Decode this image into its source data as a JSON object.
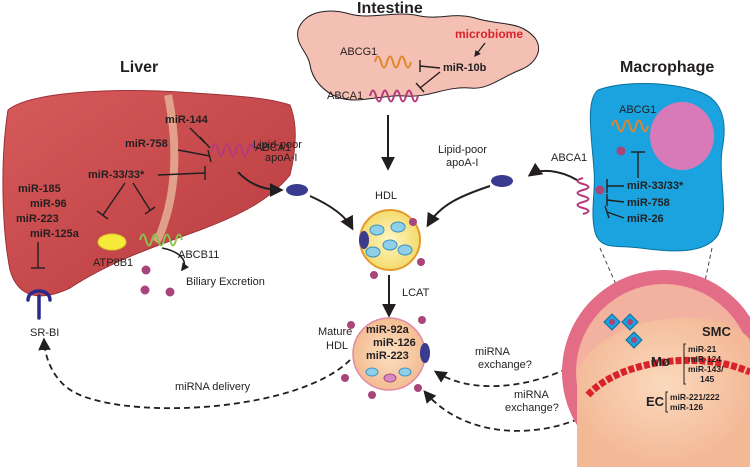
{
  "colors": {
    "liver": "#c9484c",
    "liver_dark": "#a8393d",
    "intestine": "#f4c0b4",
    "macrophage": "#1aa3de",
    "nucleus": "#d97ab8",
    "apoa1": "#3a3a8f",
    "hdl": "#f7e27a",
    "hdl_border": "#e49a2b",
    "mature_hdl": "#f6c6a0",
    "cargo": "#8fd0e8",
    "lipid": "#a8457a",
    "abca1": "#b5397a",
    "abcg1": "#e0862a",
    "abcb11": "#8bc34a",
    "atp8b1": "#f6ea3a",
    "srbi": "#2a2a8a",
    "vessel": "#e36d86",
    "vessel_inner": "#f7c6a4",
    "endothelium": "#d8232a",
    "microbiome": "#d8232a"
  },
  "liver": {
    "title": "Liver",
    "mir_144": "miR-144",
    "mir_758": "miR-758",
    "mir_33": "miR-33/33*",
    "abca1": "ABCA1",
    "abcb11": "ABCB11",
    "atp8b1": "ATP8B1",
    "mir_list": [
      "miR-185",
      "miR-96",
      "miR-223",
      "miR-125a"
    ],
    "srbi": "SR-BI",
    "biliary": "Biliary Excretion"
  },
  "intestine": {
    "title": "Intestine",
    "abcg1": "ABCG1",
    "abca1": "ABCA1",
    "microbiome": "microbiome",
    "mir_10b": "miR-10b"
  },
  "macrophage": {
    "title": "Macrophage",
    "abcg1": "ABCG1",
    "abca1": "ABCA1",
    "mirs": [
      "miR-33/33*",
      "miR-758",
      "miR-26"
    ]
  },
  "center": {
    "lipid_poor_1": [
      "Lipid-poor",
      "apoA-I"
    ],
    "lipid_poor_2": [
      "Lipid-poor",
      "apoA-I"
    ],
    "hdl": "HDL",
    "lcat": "LCAT",
    "mature_hdl": [
      "Mature",
      "HDL"
    ],
    "mature_mirs": [
      "miR-92a",
      "miR-126",
      "miR-223"
    ],
    "mirna_delivery": "miRNA delivery",
    "exchange_1": [
      "miRNA",
      "exchange?"
    ],
    "exchange_2": [
      "miRNA",
      "exchange?"
    ]
  },
  "vessel": {
    "smc": "SMC",
    "smc_mirs": [
      "miR-21",
      "miR-124",
      "miR-143/",
      "145"
    ],
    "mo": "Mø",
    "ec": "EC",
    "ec_mirs": [
      "miR-221/222",
      "miR-126"
    ]
  }
}
